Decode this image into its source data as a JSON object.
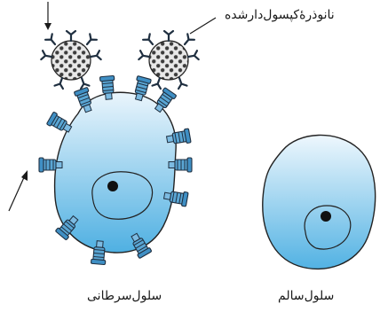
{
  "labels": {
    "nanoparticle": "نانوذرۀکپسول‌دارشده",
    "cancer_cell": "سلول‌سرطانی",
    "healthy_cell": "سلول‌سالم"
  },
  "colors": {
    "cell_fill_light": "#e6f3fb",
    "cell_fill_dark": "#56b3e3",
    "outline": "#222222",
    "receptor_fill": "#5aa6d4",
    "nanoparticle_fill": "#cfcfcf",
    "background": "#ffffff"
  },
  "icons": {
    "receptor": "receptor-icon",
    "nanoparticle": "nanoparticle-icon",
    "nucleus": "nucleus-icon"
  }
}
